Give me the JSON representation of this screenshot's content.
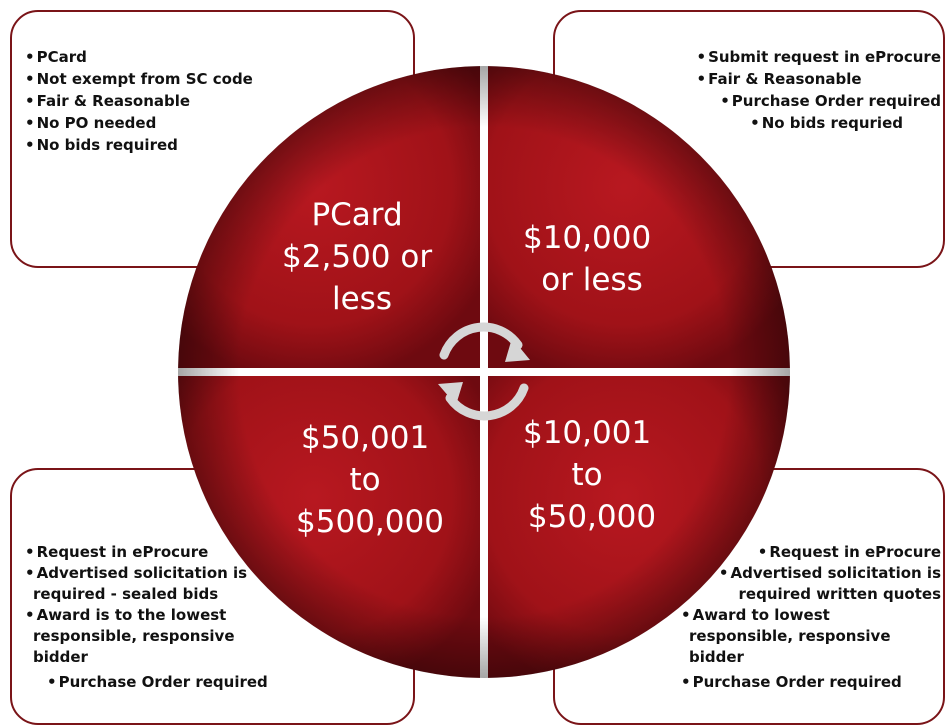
{
  "quadrants": {
    "top_left": {
      "lines": [
        "PCard",
        "$2,500 or",
        "less"
      ]
    },
    "top_right": {
      "lines": [
        "$10,000",
        "or less"
      ]
    },
    "bottom_left": {
      "lines": [
        "$50,001",
        "to",
        "$500,000"
      ]
    },
    "bottom_right": {
      "lines": [
        "$10,001",
        "to",
        "$50,000"
      ]
    }
  },
  "cards": {
    "top_left": [
      "PCard",
      "Not exempt from SC code",
      "Fair & Reasonable",
      "No PO needed",
      "No bids required"
    ],
    "top_right": [
      "Submit request in eProcure",
      "Fair & Reasonable",
      "Purchase Order required",
      "No bids requried"
    ],
    "bottom_left": [
      "Request in eProcure",
      "Advertised solicitation is",
      "required - sealed bids",
      "Award is to the lowest",
      "responsible, responsive",
      "bidder",
      "Purchase Order required"
    ],
    "bottom_right": [
      "Request in eProcure",
      "Advertised solicitation is",
      "required written quotes",
      "Award to lowest",
      "responsible, responsive",
      "bidder",
      "Purchase Order required"
    ]
  },
  "colors": {
    "wheel": "#a8141c",
    "wheel_dark": "#6e0a10",
    "border": "#7a1418",
    "arrows": "#cfcfcf"
  }
}
